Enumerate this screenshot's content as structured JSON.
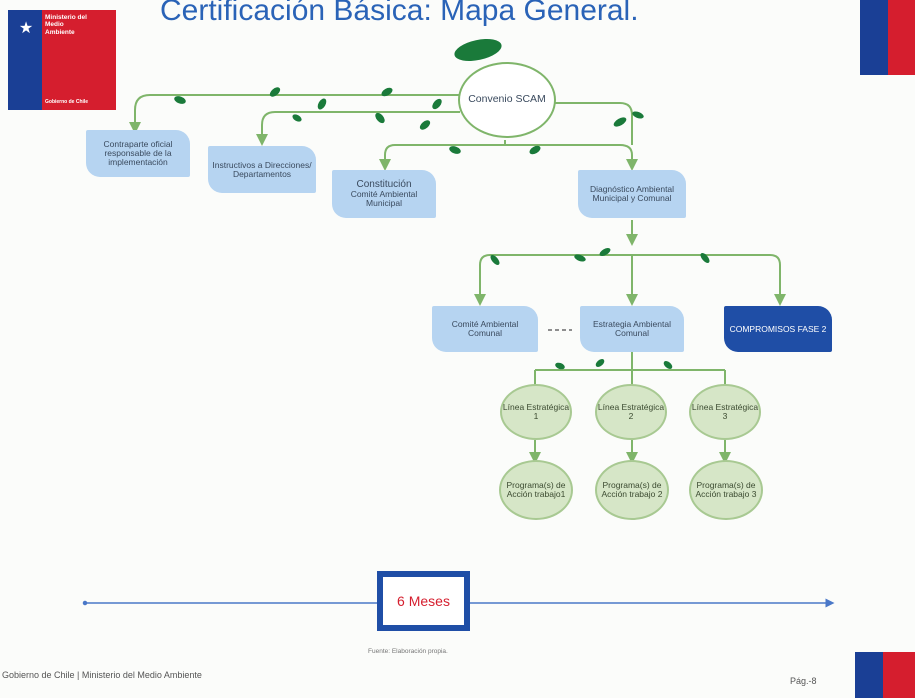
{
  "title": "Certificación Básica: Mapa General.",
  "logo": {
    "ministry_line1": "Ministerio del",
    "ministry_line2": "Medio",
    "ministry_line3": "Ambiente",
    "government": "Gobierno de Chile"
  },
  "nodes": {
    "convenio": "Convenio SCAM",
    "contraparte": "Contraparte oficial responsable de la implementación",
    "instructivos": "Instructivos a Direcciones/ Departamentos",
    "constitucion_title": "Constitución",
    "constitucion_body": "Comité Ambiental Municipal",
    "diagnostico": "Diagnóstico Ambiental Municipal y Comunal",
    "comite_comunal": "Comité Ambiental Comunal",
    "estrategia": "Estrategia Ambiental Comunal",
    "compromisos": "COMPROMISOS FASE 2",
    "linea1": "Línea Estratégica 1",
    "linea2": "Línea Estratégica 2",
    "linea3": "Línea Estratégica 3",
    "programa1": "Programa(s) de Acción trabajo1",
    "programa2": "Programa(s) de Acción trabajo 2",
    "programa3": "Programa(s) de Acción trabajo 3"
  },
  "timeline": {
    "duration": "6 Meses",
    "source": "Fuente: Elaboración propia."
  },
  "footer": {
    "left": "Gobierno de Chile | Ministerio del Medio Ambiente",
    "page": "Pág.-8"
  },
  "colors": {
    "title": "#2a63b7",
    "box_light": "#b6d4f1",
    "box_dark": "#1f4ea6",
    "oval": "#d6e6c7",
    "vine": "#7fb56a",
    "brand_blue": "#1a3f95",
    "brand_red": "#d51e2e"
  }
}
